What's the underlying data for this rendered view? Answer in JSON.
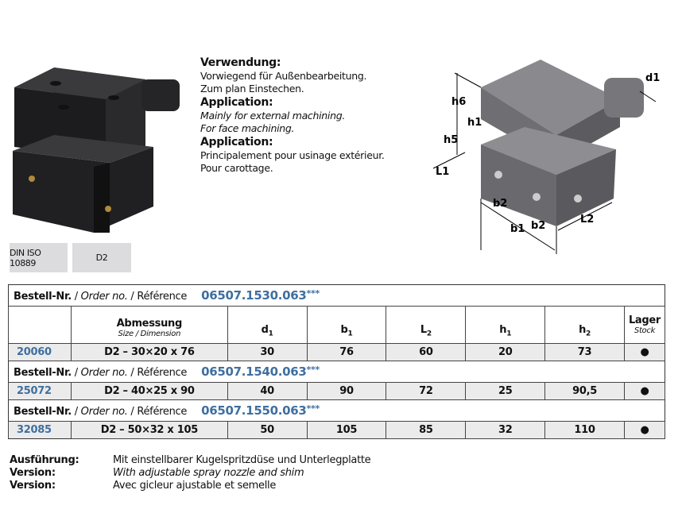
{
  "usage": {
    "de_heading": "Verwendung:",
    "de_lines": [
      "Vorwiegend für Außenbearbeitung.",
      "Zum plan Einstechen."
    ],
    "en_heading": "Application:",
    "en_lines": [
      "Mainly for external machining.",
      "For face machining."
    ],
    "fr_heading": "Application:",
    "fr_lines": [
      "Principalement pour usinage extérieur.",
      "Pour carottage."
    ]
  },
  "tags": [
    "DIN ISO 10889",
    "D2"
  ],
  "diagram_labels": {
    "h6": "h6",
    "h1": "h1",
    "h5": "h5",
    "L1": "L1",
    "d1": "d1",
    "b2": "b2",
    "b1": "b1",
    "L2": "L2"
  },
  "table": {
    "order_label_de": "Bestell-Nr.",
    "order_label_en": "Order no.",
    "order_label_fr": "Référence",
    "sep": " / ",
    "stars": "***",
    "headers": {
      "dimension": "Abmessung",
      "dimension_sub": "Size / Dimension",
      "d1": "d",
      "b1": "b",
      "L2": "L",
      "h1": "h",
      "h2": "h",
      "sub1": "1",
      "sub2": "2",
      "stock": "Lager",
      "stock_sub": "Stock"
    },
    "groups": [
      {
        "order_no": "06507.1530.063",
        "code": "20060",
        "dimension": "D2 – 30×20 x 76",
        "d1": "30",
        "b1": "76",
        "L2": "60",
        "h1": "20",
        "h2": "73",
        "stock": "●"
      },
      {
        "order_no": "06507.1540.063",
        "code": "25072",
        "dimension": "D2 – 40×25 x 90",
        "d1": "40",
        "b1": "90",
        "L2": "72",
        "h1": "25",
        "h2": "90,5",
        "stock": "●"
      },
      {
        "order_no": "06507.1550.063",
        "code": "32085",
        "dimension": "D2 – 50×32 x 105",
        "d1": "50",
        "b1": "105",
        "L2": "85",
        "h1": "32",
        "h2": "110",
        "stock": "●"
      }
    ]
  },
  "version": [
    {
      "label": "Ausführung:",
      "text": "Mit einstellbarer Kugelspritzdüse und Unterlegplatte"
    },
    {
      "label": "Version:",
      "text": "With adjustable spray nozzle and shim"
    },
    {
      "label": "Version:",
      "text": "Avec gicleur ajustable et semelle"
    }
  ],
  "colors": {
    "accent": "#3f6fa0",
    "cell_bg": "#ebebeb",
    "tag_bg": "#dcdbdd"
  }
}
